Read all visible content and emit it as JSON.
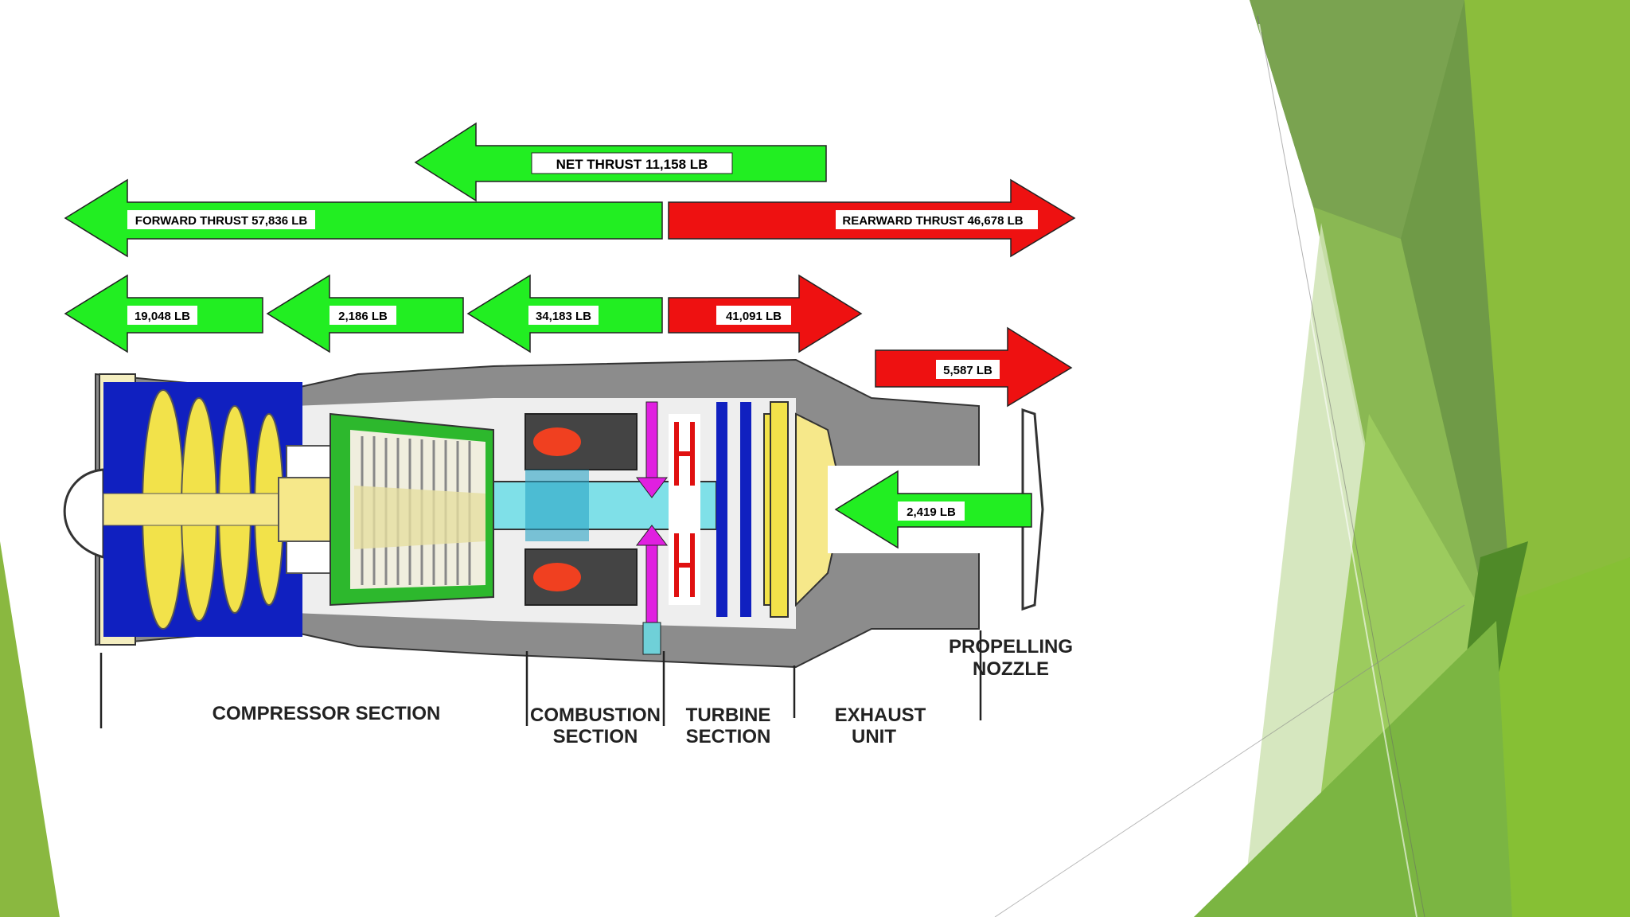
{
  "slide": {
    "colors": {
      "thrust_forward": "#22ee22",
      "thrust_rearward": "#ee1111",
      "casing": "#8c8c8c",
      "compressor_blue": "#1020c0",
      "compressor_yellow": "#f2e24a",
      "shaft_cyan": "#7fe0e8",
      "combustor_magenta": "#e020e0",
      "accent_green": "#7fb43a"
    },
    "arrows": {
      "net": "NET THRUST 11,158 LB",
      "forward": "FORWARD THRUST 57,836 LB",
      "rearward": "REARWARD THRUST 46,678 LB",
      "a1": "19,048 LB",
      "a2": "2,186 LB",
      "a3": "34,183 LB",
      "a4": "41,091 LB",
      "a5": "5,587 LB",
      "a6": "2,419 LB"
    },
    "sections": {
      "compressor": "COMPRESSOR SECTION",
      "combustion_1": "COMBUSTION",
      "combustion_2": "SECTION",
      "turbine_1": "TURBINE",
      "turbine_2": "SECTION",
      "exhaust_1": "EXHAUST",
      "exhaust_2": "UNIT",
      "nozzle_1": "PROPELLING",
      "nozzle_2": "NOZZLE"
    }
  }
}
